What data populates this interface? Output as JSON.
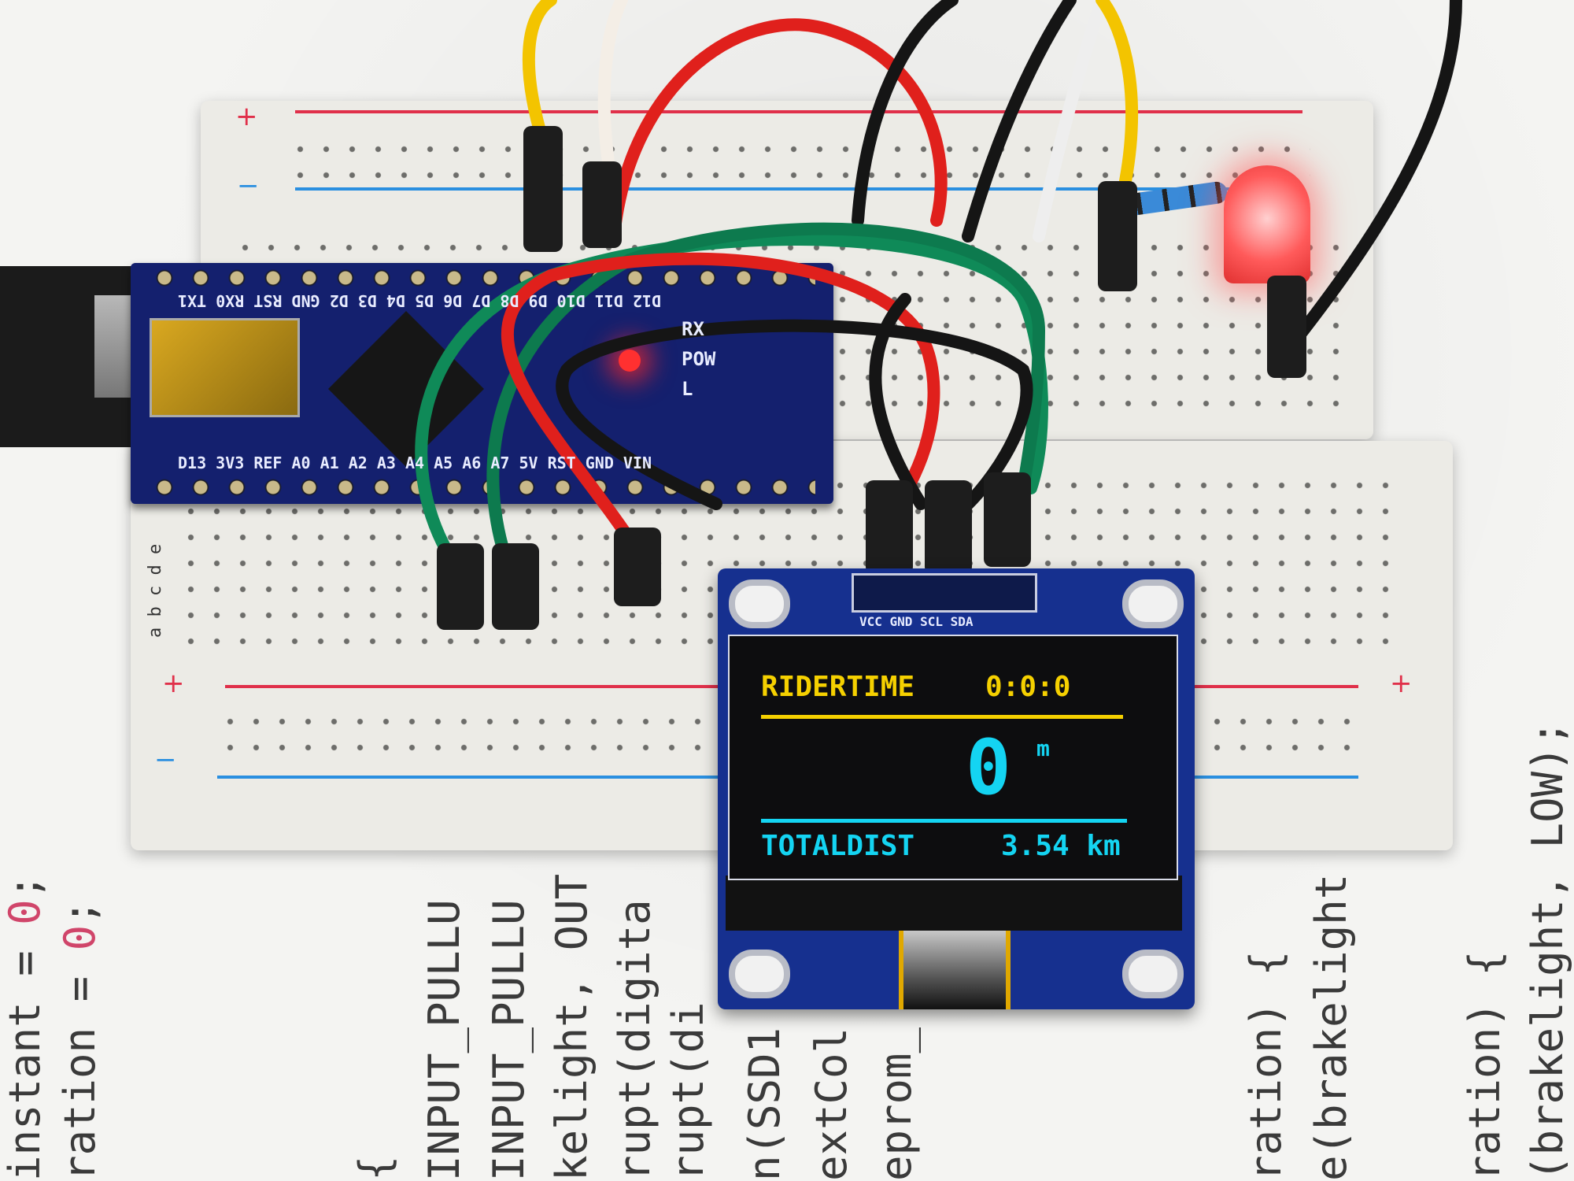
{
  "scene": {
    "description_colors": {
      "paper": "#f4f4f2",
      "breadboard": "#ecebe6",
      "arduino_pcb": "#14206e",
      "oled_pcb": "#16308f",
      "oled_yellow": "#f5d000",
      "oled_cyan": "#14d4f2",
      "led": "#ff5a5a"
    }
  },
  "oled": {
    "top_label": "RIDERTIME",
    "top_value": "0:0:0",
    "main_value": "0",
    "main_unit": "m",
    "bottom_label": "TOTALDIST",
    "bottom_value": "3.54 km",
    "header_pins": "VCC GND SCL SDA"
  },
  "arduino": {
    "bottom_labels": "D13 3V3 REF A0 A1 A2 A3 A4 A5 A6 A7 5V RST GND VIN",
    "top_labels": "D12 D11 D10 D9 D8 D7 D6 D5 D4 D3 D2 GND RST RX0 TX1",
    "led_labels": [
      "RX",
      "POW",
      "L"
    ]
  },
  "breadboard": {
    "plus": "+",
    "minus": "−",
    "row_letters": "a b c d e"
  },
  "code_lines": [
    {
      "text": "instant = ",
      "num": "0",
      "tail": ";"
    },
    {
      "text": "ration = ",
      "num": "0",
      "tail": ";"
    },
    {
      "text": "{",
      "num": "",
      "tail": ""
    },
    {
      "text": "INPUT_PULLU",
      "num": "",
      "tail": ""
    },
    {
      "text": "INPUT_PULLU",
      "num": "",
      "tail": ""
    },
    {
      "text": "kelight, OUT",
      "num": "",
      "tail": ""
    },
    {
      "text": "rupt(digita",
      "num": "",
      "tail": ""
    },
    {
      "text": "rupt(di",
      "num": "",
      "tail": ""
    },
    {
      "text": "n(SSD1",
      "num": "",
      "tail": ""
    },
    {
      "text": "extCol",
      "num": "",
      "tail": ""
    },
    {
      "text": "eprom_",
      "num": "",
      "tail": ""
    },
    {
      "text": "ration) {",
      "num": "",
      "tail": ""
    },
    {
      "text": "e(brakelight",
      "num": "",
      "tail": ""
    },
    {
      "text": "ration) {",
      "num": "",
      "tail": ""
    },
    {
      "text": "(brakelight, LOW);",
      "num": "",
      "tail": ""
    }
  ]
}
